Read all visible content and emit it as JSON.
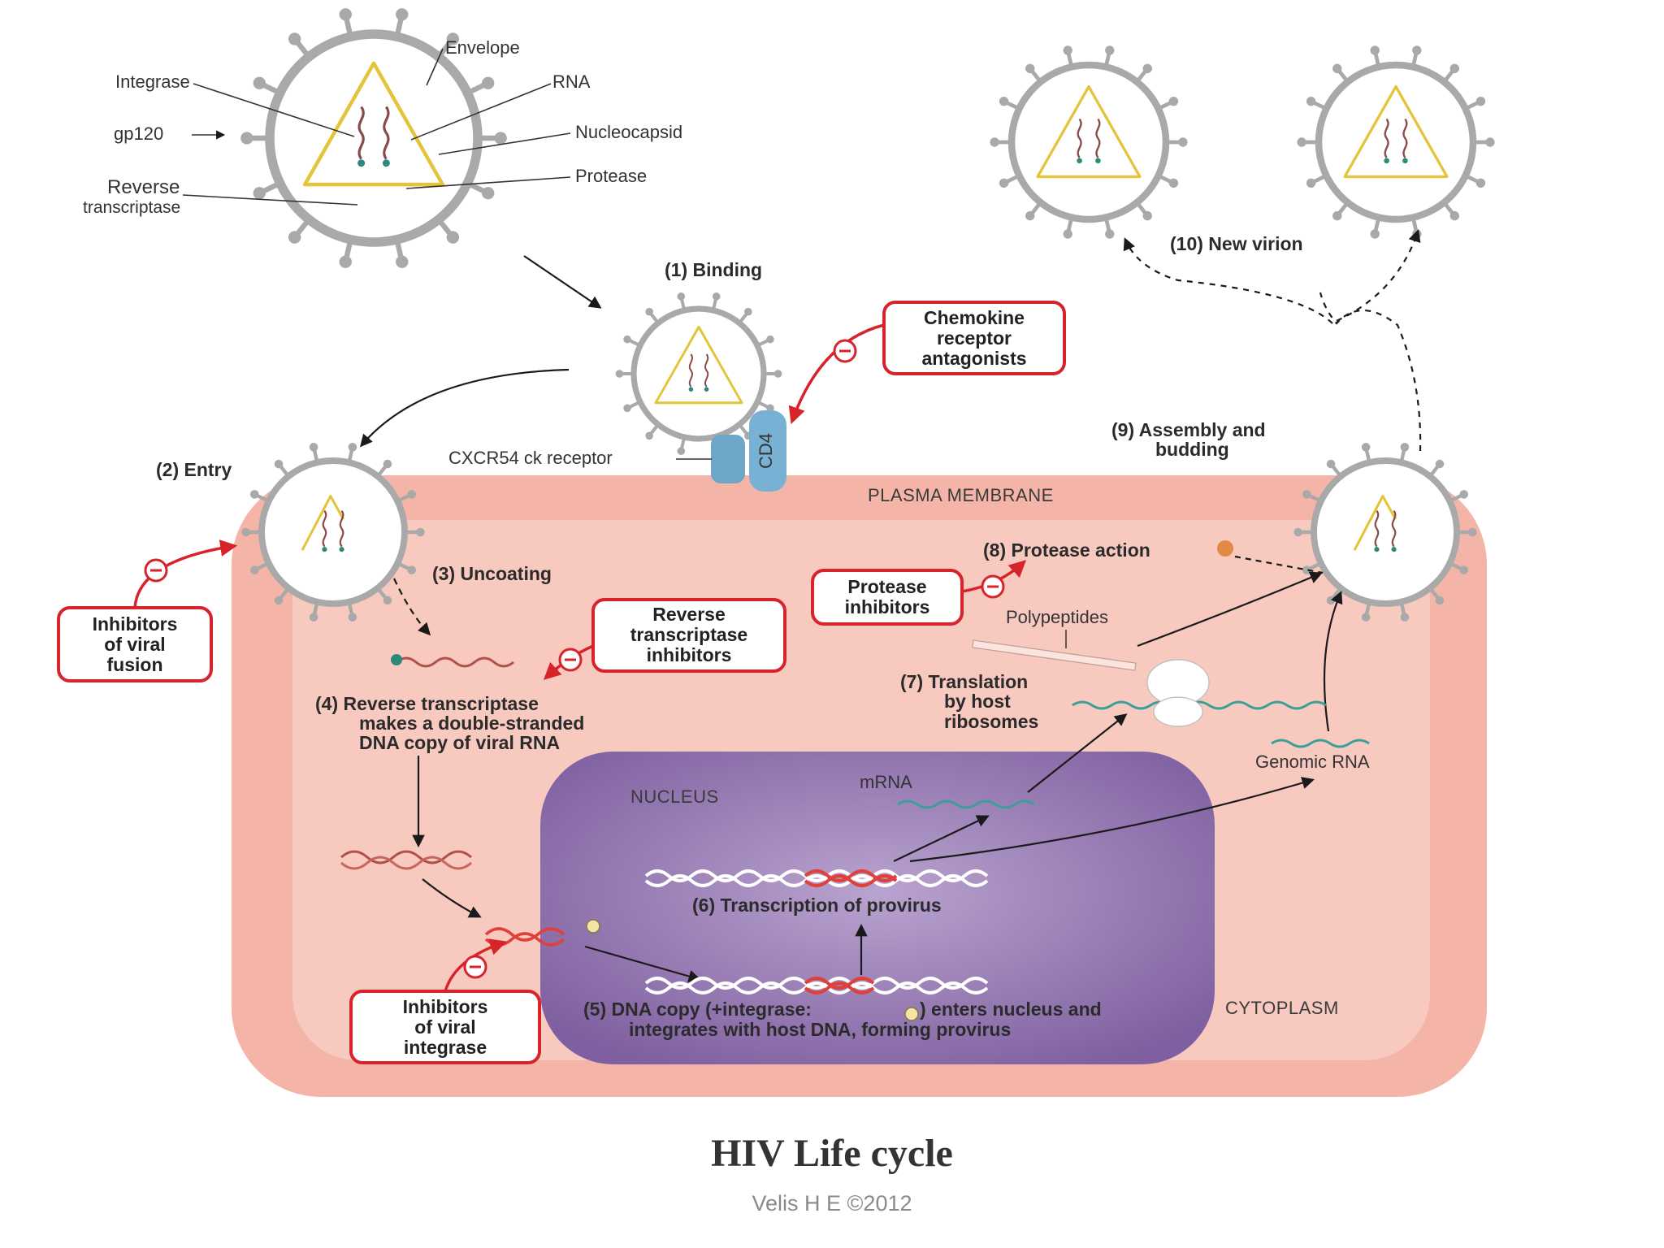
{
  "diagram": {
    "virion_labels": {
      "envelope": "Envelope",
      "integrase": "Integrase",
      "rna": "RNA",
      "gp120": "gp120",
      "nucleocapsid": "Nucleocapsid",
      "protease": "Protease",
      "reverse": "Reverse",
      "transcriptase": "transcriptase"
    },
    "steps": {
      "binding": "(1)  Binding",
      "entry": "(2)  Entry",
      "uncoating": "(3)  Uncoating",
      "rt_line1": "(4)  Reverse transcriptase",
      "rt_line2": "makes a double-stranded",
      "rt_line3": "DNA copy of viral RNA",
      "dna_line1": "(5)  DNA copy (+integrase:",
      "dna_line1b": ") enters nucleus and",
      "dna_line2": "integrates with host DNA, forming provirus",
      "transcription": "(6)  Transcription of provirus",
      "translation_line1": "(7)  Translation",
      "translation_line2": "by host",
      "translation_line3": "ribosomes",
      "protease_action": "(8)  Protease action",
      "assembly_line1": "(9)  Assembly and",
      "assembly_line2": "budding",
      "new_virion": "(10)  New virion"
    },
    "drugs": {
      "fusion": [
        "Inhibitors",
        "of viral",
        "fusion"
      ],
      "chemokine": [
        "Chemokine",
        "receptor",
        "antagonists"
      ],
      "rt": [
        "Reverse",
        "transcriptase",
        "inhibitors"
      ],
      "protease": [
        "Protease",
        "inhibitors"
      ],
      "integrase": [
        "Inhibitors",
        "of viral",
        "integrase"
      ]
    },
    "labels": {
      "cxcr": "CXCR54 ck receptor",
      "cd4": "CD4",
      "plasma_membrane": "PLASMA MEMBRANE",
      "nucleus": "NUCLEUS",
      "cytoplasm": "CYTOPLASM",
      "mrna": "mRNA",
      "genomic_rna": "Genomic RNA",
      "polypeptides": "Polypeptides"
    },
    "colors": {
      "cell": "#f4b7ab",
      "cytoplasm": "#f6c4b9",
      "nucleus": "#8e6fae",
      "drug_border": "#d7242a",
      "virion_ring": "#a9a9a9",
      "capsid": "#e4c43a"
    }
  },
  "footer": {
    "title": "HIV Life cycle",
    "credit": "Velis H E ©2012"
  }
}
